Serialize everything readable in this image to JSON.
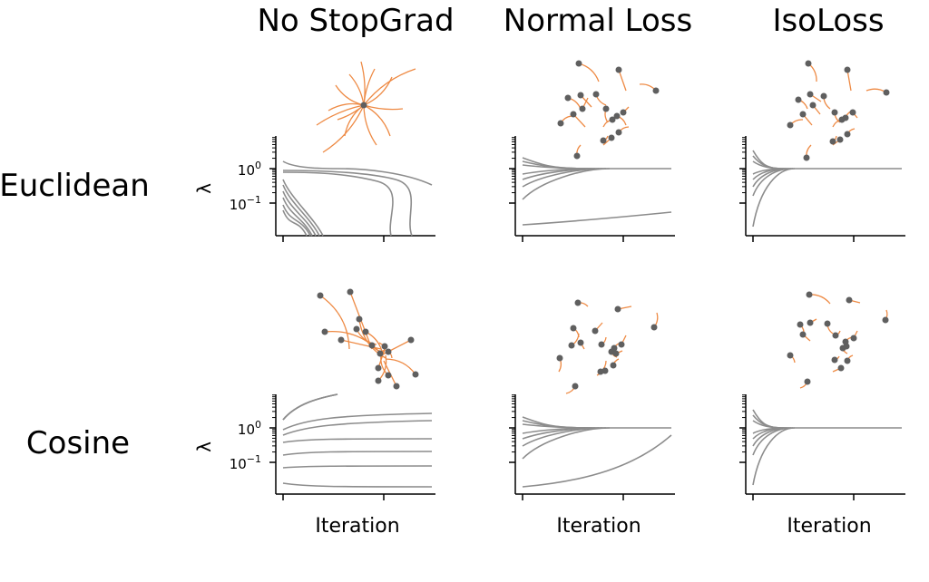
{
  "columns": [
    "No StopGrad",
    "Normal Loss",
    "IsoLoss"
  ],
  "rows": [
    "Euclidean",
    "Cosine"
  ],
  "y_axis_label": "λ",
  "y_ticks": {
    "top": "10",
    "top_exp": "0",
    "bottom": "10",
    "bottom_exp": "−1"
  },
  "x_axis_label": "Iteration",
  "colors": {
    "trajectory": "#ee8a44",
    "point": "#5f5f5f",
    "curve": "#8c8c8c",
    "axis": "#000000"
  },
  "chart_data": [
    {
      "type": "line",
      "row": "Euclidean",
      "column": "No StopGrad",
      "xlabel": "",
      "ylabel": "λ",
      "yscale": "log",
      "series_shape": "one curve near 1 that collapses late, others decaying quickly"
    },
    {
      "type": "line",
      "row": "Euclidean",
      "column": "Normal Loss",
      "xlabel": "",
      "ylabel": "λ",
      "yscale": "log",
      "series_shape": "curves rising to converge at 1, one slowly rising from bottom"
    },
    {
      "type": "line",
      "row": "Euclidean",
      "column": "IsoLoss",
      "xlabel": "",
      "ylabel": "λ",
      "yscale": "log",
      "series_shape": "all curves converge quickly to 1"
    },
    {
      "type": "line",
      "row": "Cosine",
      "column": "No StopGrad",
      "xlabel": "Iteration",
      "ylabel": "λ",
      "yscale": "log",
      "series_shape": "curves flatten at spread-out levels"
    },
    {
      "type": "line",
      "row": "Cosine",
      "column": "Normal Loss",
      "xlabel": "Iteration",
      "ylabel": "λ",
      "yscale": "log",
      "series_shape": "curves converge to 1, one slowly rising from bottom"
    },
    {
      "type": "line",
      "row": "Cosine",
      "column": "IsoLoss",
      "xlabel": "Iteration",
      "ylabel": "λ",
      "yscale": "log",
      "series_shape": "all curves converge quickly to 1"
    }
  ]
}
